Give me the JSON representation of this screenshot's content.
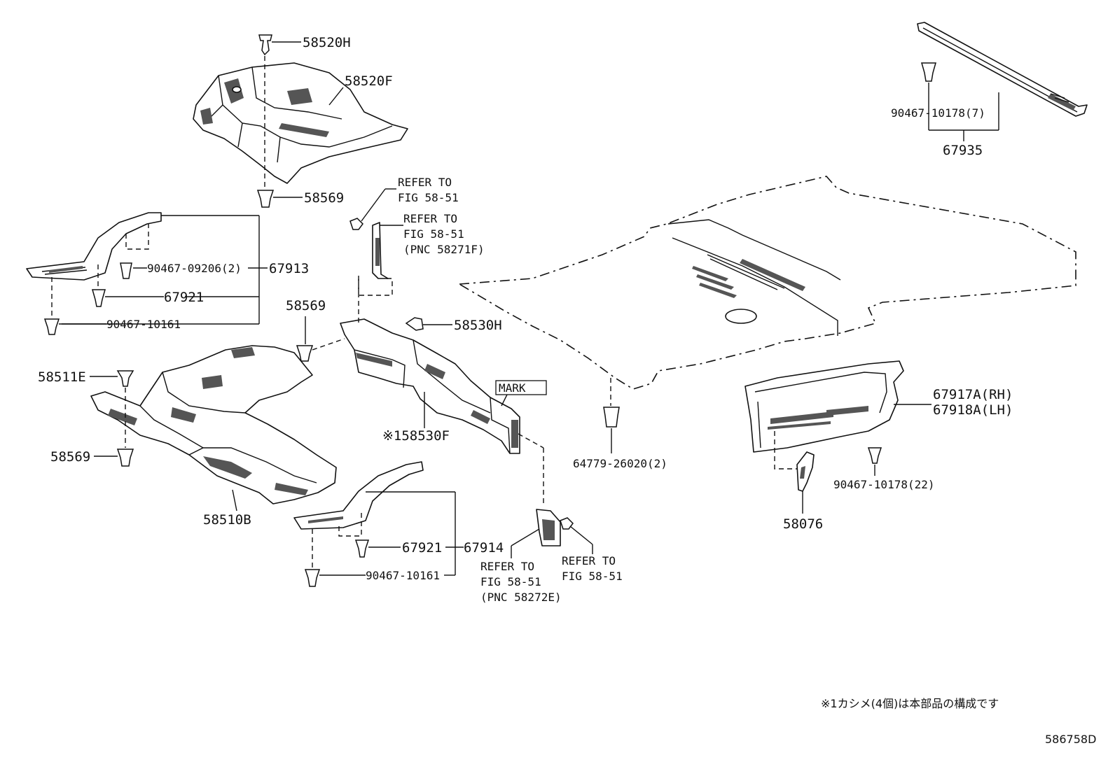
{
  "diagram": {
    "footnote": "※1カシメ(4個)は本部品の構成です",
    "figure_id": "586758D"
  },
  "labels": {
    "p58520H": "58520H",
    "p58520F": "58520F",
    "p58569_top": "58569",
    "p58569_mid": "58569",
    "p58569_left": "58569",
    "p90467_09206": "90467-09206(2)",
    "p67913": "67913",
    "p67921_a": "67921",
    "p90467_10161_a": "90467-10161",
    "p58511E": "58511E",
    "p58510B": "58510B",
    "p67914": "67914",
    "p67921_b": "67921",
    "p90467_10161_b": "90467-10161",
    "p58530H": "58530H",
    "p58530F": "※158530F",
    "mark": "MARK",
    "refer1_l1": "REFER TO",
    "refer1_l2": "FIG 58-51",
    "refer2_l1": "REFER TO",
    "refer2_l2": "FIG 58-51",
    "refer2_l3": "(PNC 58271F)",
    "refer3_l1": "REFER TO",
    "refer3_l2": "FIG 58-51",
    "refer3_l3": "(PNC 58272E)",
    "refer4_l1": "REFER TO",
    "refer4_l2": "FIG 58-51",
    "p64779": "64779-26020(2)",
    "p90467_10178_7": "90467-10178(7)",
    "p67935": "67935",
    "p67917A": "67917A(RH)",
    "p67918A": "67918A(LH)",
    "p90467_10178_22": "90467-10178(22)",
    "p58076": "58076"
  }
}
